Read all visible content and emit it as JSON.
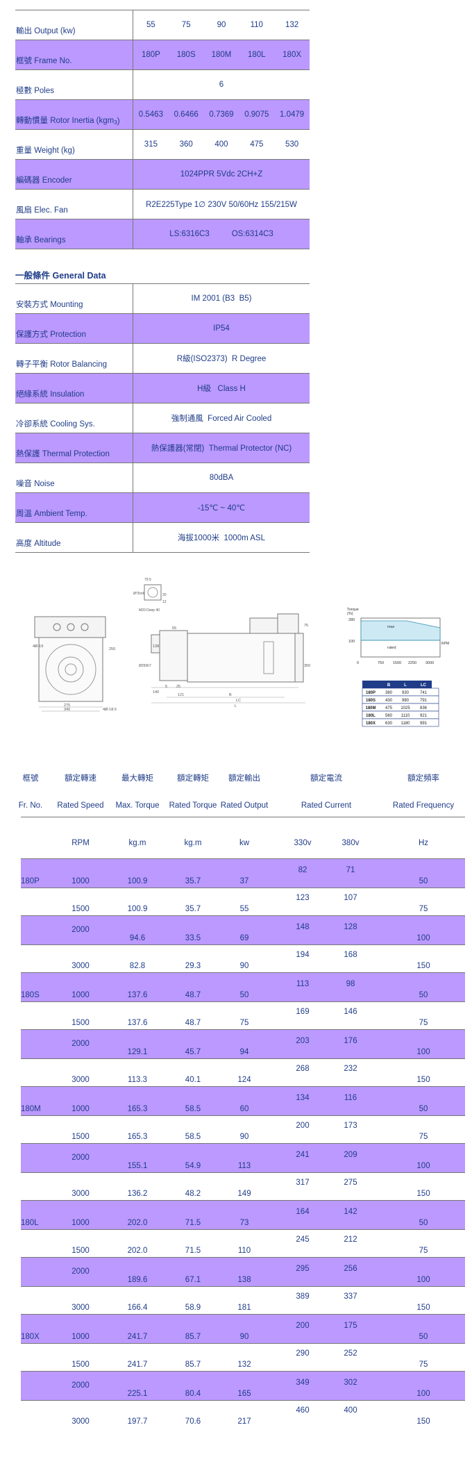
{
  "specs": [
    {
      "label": "輸出 Output (kw)",
      "values": [
        "55",
        "75",
        "90",
        "110",
        "132"
      ]
    },
    {
      "label": "框號 Frame No.",
      "values": [
        "180P",
        "180S",
        "180M",
        "180L",
        "180X"
      ]
    },
    {
      "label": "極數 Poles",
      "value": "6"
    },
    {
      "label": "轉動慣量 Rotor Inertia (kgm",
      "sup": "3",
      "label_end": ")",
      "values": [
        "0.5463",
        "0.6466",
        "0.7369",
        "0.9075",
        "1.0479"
      ]
    },
    {
      "label": "重量 Weight (kg)",
      "values": [
        "315",
        "360",
        "400",
        "475",
        "530"
      ]
    },
    {
      "label": "編碼器 Encoder",
      "value": "1024PPR 5Vdc 2CH+Z"
    },
    {
      "label": "風扇 Elec. Fan",
      "value": "R2E225Type 1∅ 230V 50/60Hz 155/215W"
    },
    {
      "label": "軸承 Bearings",
      "value": "LS:6316C3          OS:6314C3"
    }
  ],
  "general_title": "一般條件 General Data",
  "general": [
    {
      "label": "安裝方式 Mounting",
      "value": "IM 2001 (B3  B5)"
    },
    {
      "label": "保護方式 Protection",
      "value": "IP54"
    },
    {
      "label": "轉子平衡 Rotor Balancing",
      "value": "R級(ISO2373)  R Degree"
    },
    {
      "label": "絕緣系統 Insulation",
      "value": "H級   Class H"
    },
    {
      "label": "冷卻系統 Cooling Sys.",
      "value": "強制通風  Forced Air Cooled"
    },
    {
      "label": "熱保護 Thermal Protection",
      "value": "熱保護器(常閉)  Thermal Protector (NC)"
    },
    {
      "label": "噪音 Noise",
      "value": "80dBA"
    },
    {
      "label": "周溫 Ambient Temp.",
      "value": "-15℃ ~ 40℃"
    },
    {
      "label": "高度 Altitude",
      "value": "海拔1000米  1000m ASL"
    }
  ],
  "drawing": {
    "front_dims": [
      "4Ø-19",
      "275",
      "340",
      "4Ø-18.5",
      "250"
    ],
    "key_dims": [
      "79.5",
      "Ø75m6",
      "20",
      "12",
      "M20 Deep 40"
    ],
    "side_dims": [
      "55",
      "138",
      "Ø250h7",
      "140",
      "5",
      "25",
      "121",
      "B",
      "LC",
      "L",
      "75",
      "350"
    ],
    "torque_chart": {
      "ylabel": "Torque",
      "yunit": "(%)",
      "yticks": [
        "280",
        "100",
        "0"
      ],
      "xticks": [
        "750",
        "1500",
        "2250",
        "3000"
      ],
      "xunit": "RPM",
      "max_label": "max",
      "rated_label": "rated"
    },
    "dim_table": {
      "headers": [
        "",
        "B",
        "L",
        "LC"
      ],
      "rows": [
        [
          "180P",
          "380",
          "930",
          "741"
        ],
        [
          "180S",
          "430",
          "980",
          "791"
        ],
        [
          "180M",
          "475",
          "1025",
          "836"
        ],
        [
          "180L",
          "560",
          "1110",
          "921"
        ],
        [
          "180X",
          "630",
          "1180",
          "991"
        ]
      ]
    }
  },
  "perf": {
    "headers_cn": [
      "框號",
      "額定轉速",
      "最大轉矩",
      "額定轉矩",
      "額定輸出",
      "額定電流",
      "額定頻率"
    ],
    "headers_en": [
      "Fr. No.",
      "Rated Speed",
      "Max. Torque",
      "Rated Torque",
      "Rated Output",
      "Rated Current",
      "Rated Frequency"
    ],
    "units": [
      "RPM",
      "kg.m",
      "kg.m",
      "kw",
      "330v",
      "380v",
      "Hz"
    ],
    "rows": [
      {
        "frame": "180P",
        "speed": "1000",
        "max": "100.9",
        "rated": "35.7",
        "out": "37",
        "c330": "82",
        "c380": "71",
        "hz": "50"
      },
      {
        "frame": "",
        "speed": "1500",
        "max": "100.9",
        "rated": "35.7",
        "out": "55",
        "c330": "123",
        "c380": "107",
        "hz": "75"
      },
      {
        "frame": "",
        "speed": "2000",
        "max": "94.6",
        "rated": "33.5",
        "out": "69",
        "c330": "148",
        "c380": "128",
        "hz": "100"
      },
      {
        "frame": "",
        "speed": "3000",
        "max": "82.8",
        "rated": "29.3",
        "out": "90",
        "c330": "194",
        "c380": "168",
        "hz": "150"
      },
      {
        "frame": "180S",
        "speed": "1000",
        "max": "137.6",
        "rated": "48.7",
        "out": "50",
        "c330": "113",
        "c380": "98",
        "hz": "50"
      },
      {
        "frame": "",
        "speed": "1500",
        "max": "137.6",
        "rated": "48.7",
        "out": "75",
        "c330": "169",
        "c380": "146",
        "hz": "75"
      },
      {
        "frame": "",
        "speed": "2000",
        "max": "129.1",
        "rated": "45.7",
        "out": "94",
        "c330": "203",
        "c380": "176",
        "hz": "100"
      },
      {
        "frame": "",
        "speed": "3000",
        "max": "113.3",
        "rated": "40.1",
        "out": "124",
        "c330": "268",
        "c380": "232",
        "hz": "150"
      },
      {
        "frame": "180M",
        "speed": "1000",
        "max": "165.3",
        "rated": "58.5",
        "out": "60",
        "c330": "134",
        "c380": "116",
        "hz": "50"
      },
      {
        "frame": "",
        "speed": "1500",
        "max": "165.3",
        "rated": "58.5",
        "out": "90",
        "c330": "200",
        "c380": "173",
        "hz": "75"
      },
      {
        "frame": "",
        "speed": "2000",
        "max": "155.1",
        "rated": "54.9",
        "out": "113",
        "c330": "241",
        "c380": "209",
        "hz": "100"
      },
      {
        "frame": "",
        "speed": "3000",
        "max": "136.2",
        "rated": "48.2",
        "out": "149",
        "c330": "317",
        "c380": "275",
        "hz": "150"
      },
      {
        "frame": "180L",
        "speed": "1000",
        "max": "202.0",
        "rated": "71.5",
        "out": "73",
        "c330": "164",
        "c380": "142",
        "hz": "50"
      },
      {
        "frame": "",
        "speed": "1500",
        "max": "202.0",
        "rated": "71.5",
        "out": "110",
        "c330": "245",
        "c380": "212",
        "hz": "75"
      },
      {
        "frame": "",
        "speed": "2000",
        "max": "189.6",
        "rated": "67.1",
        "out": "138",
        "c330": "295",
        "c380": "256",
        "hz": "100"
      },
      {
        "frame": "",
        "speed": "3000",
        "max": "166.4",
        "rated": "58.9",
        "out": "181",
        "c330": "389",
        "c380": "337",
        "hz": "150"
      },
      {
        "frame": "180X",
        "speed": "1000",
        "max": "241.7",
        "rated": "85.7",
        "out": "90",
        "c330": "200",
        "c380": "175",
        "hz": "50"
      },
      {
        "frame": "",
        "speed": "1500",
        "max": "241.7",
        "rated": "85.7",
        "out": "132",
        "c330": "290",
        "c380": "252",
        "hz": "75"
      },
      {
        "frame": "",
        "speed": "2000",
        "max": "225.1",
        "rated": "80.4",
        "out": "165",
        "c330": "349",
        "c380": "302",
        "hz": "100"
      },
      {
        "frame": "",
        "speed": "3000",
        "max": "197.7",
        "rated": "70.6",
        "out": "217",
        "c330": "460",
        "c380": "400",
        "hz": "150"
      }
    ]
  },
  "colors": {
    "accent": "#bb99ff",
    "text": "#1f3c88",
    "rule": "#777777"
  }
}
